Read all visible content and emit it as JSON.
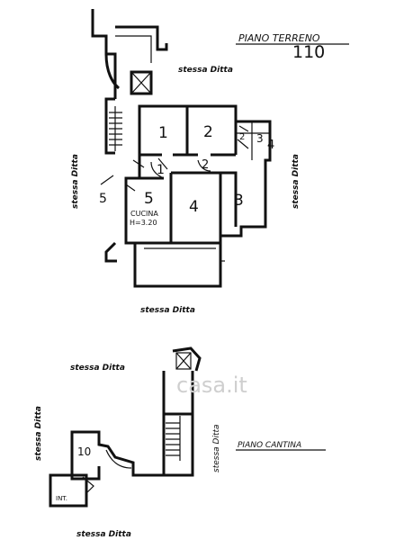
{
  "upper_plan": {
    "floor_label": "PIANO TERRENO",
    "sheet_number": "110",
    "neighbor_top": "stessa Ditta",
    "neighbor_left": "stessa Ditta",
    "neighbor_right": "stessa Ditta",
    "neighbor_bottom": "stessa Ditta",
    "rooms": [
      "1",
      "2",
      "3",
      "4",
      "5"
    ],
    "small_rooms": [
      "2",
      "3",
      "4"
    ],
    "hall_numbers": [
      "1",
      "2"
    ],
    "kitchen_label": "CUCINA",
    "kitchen_height": "H=3.20",
    "side_number": "5"
  },
  "lower_plan": {
    "floor_label": "PIANO CANTINA",
    "neighbor_top": "stessa Ditta",
    "neighbor_left": "stessa Ditta",
    "neighbor_right": "stessa Ditta",
    "neighbor_bottom": "stessa Ditta",
    "cellar_number": "10",
    "int_label": "INT."
  },
  "watermark": "casa.it",
  "colors": {
    "ink": "#111111",
    "paper": "#ffffff",
    "watermark": "#cfcfcf"
  }
}
